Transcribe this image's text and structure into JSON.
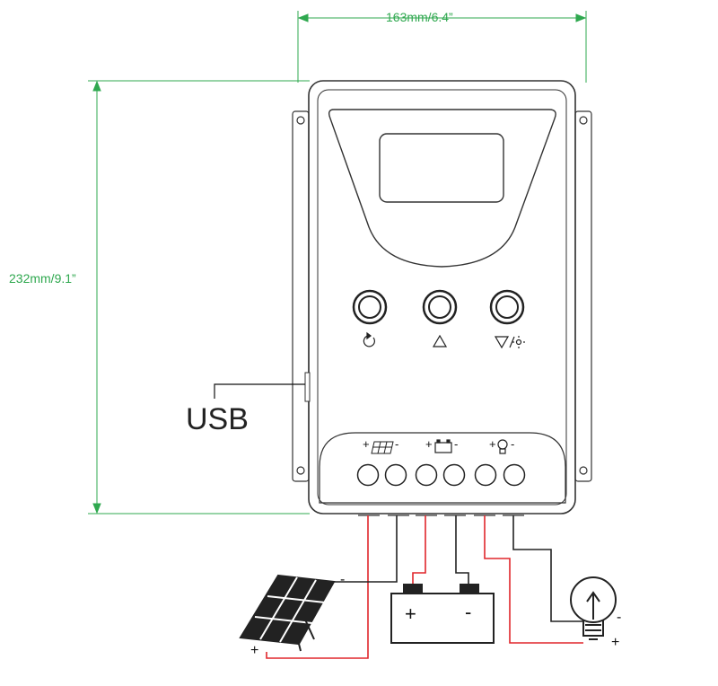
{
  "dimensions": {
    "width_label": "163mm/6.4”",
    "height_label": "232mm/9.1”"
  },
  "usb": {
    "label": "USB"
  },
  "buttons": [
    {
      "icon": "refresh-icon"
    },
    {
      "icon": "up-triangle-icon"
    },
    {
      "icon": "down-triangle-brightness-icon",
      "label": "▽/☼"
    }
  ],
  "terminals": {
    "solar": {
      "icon": "solar-panel-icon",
      "label_plus": "+",
      "label_minus": "-"
    },
    "battery": {
      "icon": "battery-icon",
      "label_plus": "+",
      "label_minus": "-"
    },
    "load": {
      "icon": "bulb-icon",
      "label_plus": "+",
      "label_minus": "-"
    }
  },
  "external": {
    "solar_plus": "+",
    "solar_minus": "-",
    "battery_plus": "+",
    "battery_minus": "-",
    "load_plus": "+",
    "load_minus": "-"
  },
  "colors": {
    "dimension": "#2fa84f",
    "positive_wire": "#e0262b",
    "negative_wire": "#222222",
    "outline": "#333333"
  }
}
